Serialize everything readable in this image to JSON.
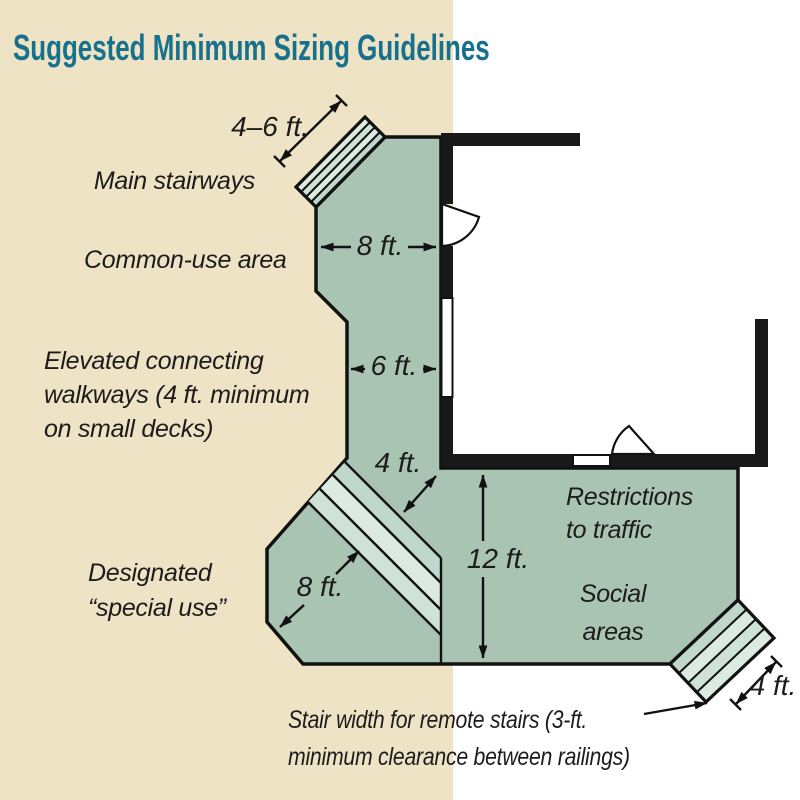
{
  "title": {
    "text": "Suggested Minimum Sizing Guidelines",
    "color": "#17718c"
  },
  "colors": {
    "panel_beige": "#efe3c5",
    "deck_green": "#a9c4b3",
    "stair_stripe_light": "#dcebe2",
    "stair_stripe_mid": "#c0d8cb",
    "stair_stripe_soft": "#cfe2d8",
    "wall_black": "#191919",
    "outline_black": "#111111",
    "text_black": "#1c1c1c"
  },
  "labels": {
    "main_stairways": "Main stairways",
    "common_use": "Common-use area",
    "elevated_line1": "Elevated connecting",
    "elevated_line2": "walkways (4 ft. minimum",
    "elevated_line3": "on small decks)",
    "designated_line1": "Designated",
    "designated_line2": "“special use”",
    "restrictions_line1": "Restrictions",
    "restrictions_line2": "to traffic",
    "social_line1": "Social",
    "social_line2": "areas",
    "caption_line1": "Stair width for remote stairs (3-ft.",
    "caption_line2": "minimum clearance between railings)"
  },
  "dimensions": {
    "main_stairway_width": "4–6 ft.",
    "common_use_width": "8 ft.",
    "walkway_width": "6 ft.",
    "walkway_minimum": "4 ft.",
    "social_area_depth": "12 ft.",
    "special_use_depth": "8 ft.",
    "remote_stair_width": "4 ft."
  }
}
